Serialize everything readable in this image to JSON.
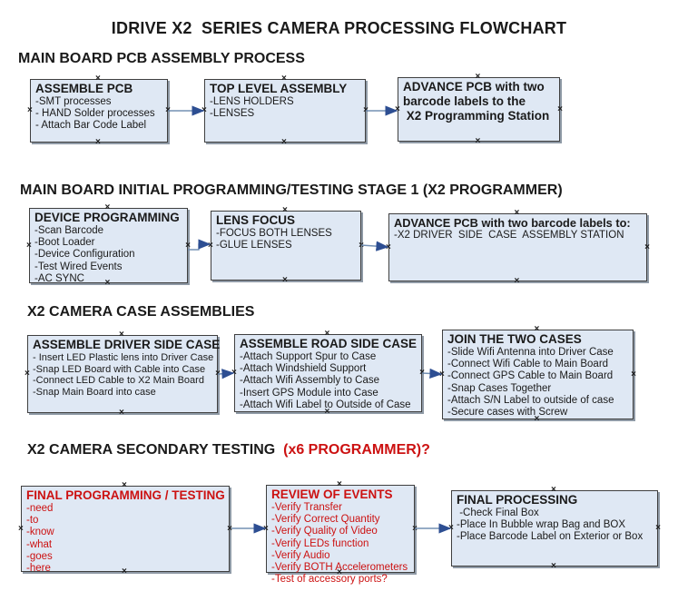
{
  "page_title": "IDRIVE X2  SERIES CAMERA PROCESSING FLOWCHART",
  "colors": {
    "box_fill": "#dfe8f4",
    "box_border": "#3f3f3f",
    "shadow": "#8f9aa6",
    "red": "#cc1111",
    "connector": "#7390b4",
    "arrow": "#2d4e92",
    "text": "#1a1a1a"
  },
  "icons": {
    "connection_handle": "×"
  },
  "sections": [
    {
      "heading": "MAIN BOARD PCB ASSEMBLY PROCESS",
      "boxes": [
        {
          "title": "ASSEMBLE PCB",
          "items": [
            "-SMT processes",
            "- HAND Solder processes",
            "- Attach Bar Code Label"
          ]
        },
        {
          "title": "TOP LEVEL ASSEMBLY",
          "items": [
            "-LENS HOLDERS",
            "-LENSES"
          ]
        },
        {
          "title": "ADVANCE PCB with two\nbarcode labels to the\n X2 Programming Station",
          "items": []
        }
      ]
    },
    {
      "heading": "MAIN BOARD INITIAL PROGRAMMING/TESTING STAGE 1 (X2 PROGRAMMER)",
      "boxes": [
        {
          "title": "DEVICE PROGRAMMING",
          "items": [
            "-Scan Barcode",
            "-Boot Loader",
            "-Device Configuration",
            "-Test Wired Events",
            "-AC SYNC"
          ]
        },
        {
          "title": "LENS FOCUS",
          "items": [
            "-FOCUS BOTH LENSES",
            "-GLUE LENSES"
          ]
        },
        {
          "title": "ADVANCE PCB with two barcode labels to:",
          "items": [
            "-X2 DRIVER  SIDE  CASE  ASSEMBLY STATION"
          ]
        }
      ]
    },
    {
      "heading": "X2 CAMERA CASE ASSEMBLIES",
      "boxes": [
        {
          "title": "ASSEMBLE DRIVER SIDE CASE",
          "items": [
            "- Insert LED Plastic lens into Driver Case",
            "-Snap LED Board with Cable into Case",
            "-Connect LED Cable to X2 Main Board",
            "-Snap Main Board into case"
          ]
        },
        {
          "title": "ASSEMBLE ROAD SIDE CASE",
          "items": [
            "-Attach Support Spur to Case",
            "-Attach Windshield Support",
            "-Attach Wifi Assembly to Case",
            "-Insert GPS Module into Case",
            "-Attach Wifi Label to Outside of Case"
          ]
        },
        {
          "title": "JOIN THE TWO CASES",
          "items": [
            "-Slide Wifi Antenna into Driver Case",
            "-Connect Wifi Cable to Main Board",
            "-Connect GPS Cable to Main Board",
            "-Snap Cases Together",
            "-Attach S/N Label to outside of case",
            "-Secure cases with Screw"
          ]
        }
      ]
    },
    {
      "heading": "X2 CAMERA SECONDARY TESTING  ",
      "heading_red": "(x6 PROGRAMMER)?",
      "boxes": [
        {
          "title": "FINAL PROGRAMMING / TESTING",
          "items": [
            "-need",
            "-to",
            "-know",
            "-what",
            "-goes",
            "-here"
          ]
        },
        {
          "title": "REVIEW OF EVENTS",
          "items": [
            "-Verify Transfer",
            "-Verify Correct Quantity",
            "-Verify Quality of Video",
            "-Verify LEDs function",
            "-Verify Audio",
            "-Verify BOTH Accelerometers",
            "-Test of accessory ports?"
          ]
        },
        {
          "title": "FINAL PROCESSING",
          "items": [
            " -Check Final Box",
            "-Place In Bubble wrap Bag and BOX",
            "-Place Barcode Label on Exterior or Box"
          ]
        }
      ]
    }
  ]
}
